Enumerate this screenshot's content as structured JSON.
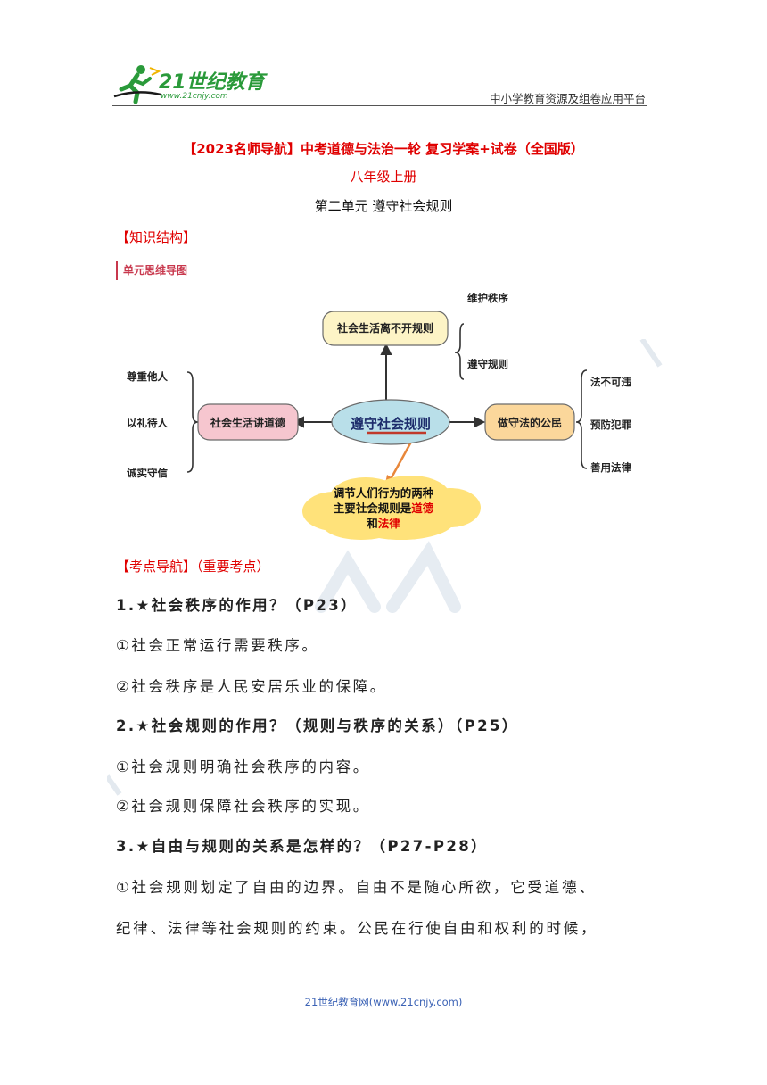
{
  "header": {
    "logo_title": "21世纪教育",
    "logo_url": "www.21cnjy.com",
    "platform": "中小学教育资源及组卷应用平台"
  },
  "titles": {
    "main": "【2023名师导航】中考道德与法治一轮 复习学案+试卷（全国版）",
    "grade": "八年级上册",
    "unit": "第二单元 遵守社会规则",
    "knowledge_structure": "【知识结构】",
    "mindmap_header": "单元思维导图"
  },
  "mindmap": {
    "center": "遵守社会规则",
    "top_node": "社会生活离不开规则",
    "top_children": [
      "维护秩序",
      "遵守规则"
    ],
    "left_node": "社会生活讲道德",
    "left_children": [
      "尊重他人",
      "以礼待人",
      "诚实守信"
    ],
    "right_node": "做守法的公民",
    "right_children": [
      "法不可违",
      "预防犯罪",
      "善用法律"
    ],
    "cloud_line1": "调节人们行为的两种",
    "cloud_line2_prefix": "主要社会规则是",
    "cloud_word_1": "道德",
    "cloud_line3_prefix": "和",
    "cloud_word_2": "法律"
  },
  "keypoints": {
    "label_red": "【考点导航】",
    "label_rest": "（重要考点）",
    "q1": "1.★社会秩序的作用？（P23）",
    "q1_a1": "①社会正常运行需要秩序。",
    "q1_a2": "②社会秩序是人民安居乐业的保障。",
    "q2": "2.★社会规则的作用？（规则与秩序的关系）（P25）",
    "q2_a1": "①社会规则明确社会秩序的内容。",
    "q2_a2": "②社会规则保障社会秩序的实现。",
    "q3": "3.★自由与规则的关系是怎样的？（P27-P28）",
    "q3_a1_line1": "①社会规则划定了自由的边界。自由不是随心所欲，它受道德、",
    "q3_a1_line2": "纪律、法律等社会规则的约束。公民在行使自由和权利的时候，"
  },
  "footer": "21世纪教育网(www.21cnjy.com)",
  "colors": {
    "red_heading": "#e00000",
    "logo_green": "#2a9a3a",
    "footer_blue": "#3b62b5",
    "node_yellow": "#fdf4c6",
    "node_pink": "#f6c6cf",
    "node_orange": "#fbd79b",
    "center_blue": "#b9dfe9",
    "cloud_yellow": "#ffe27a"
  }
}
